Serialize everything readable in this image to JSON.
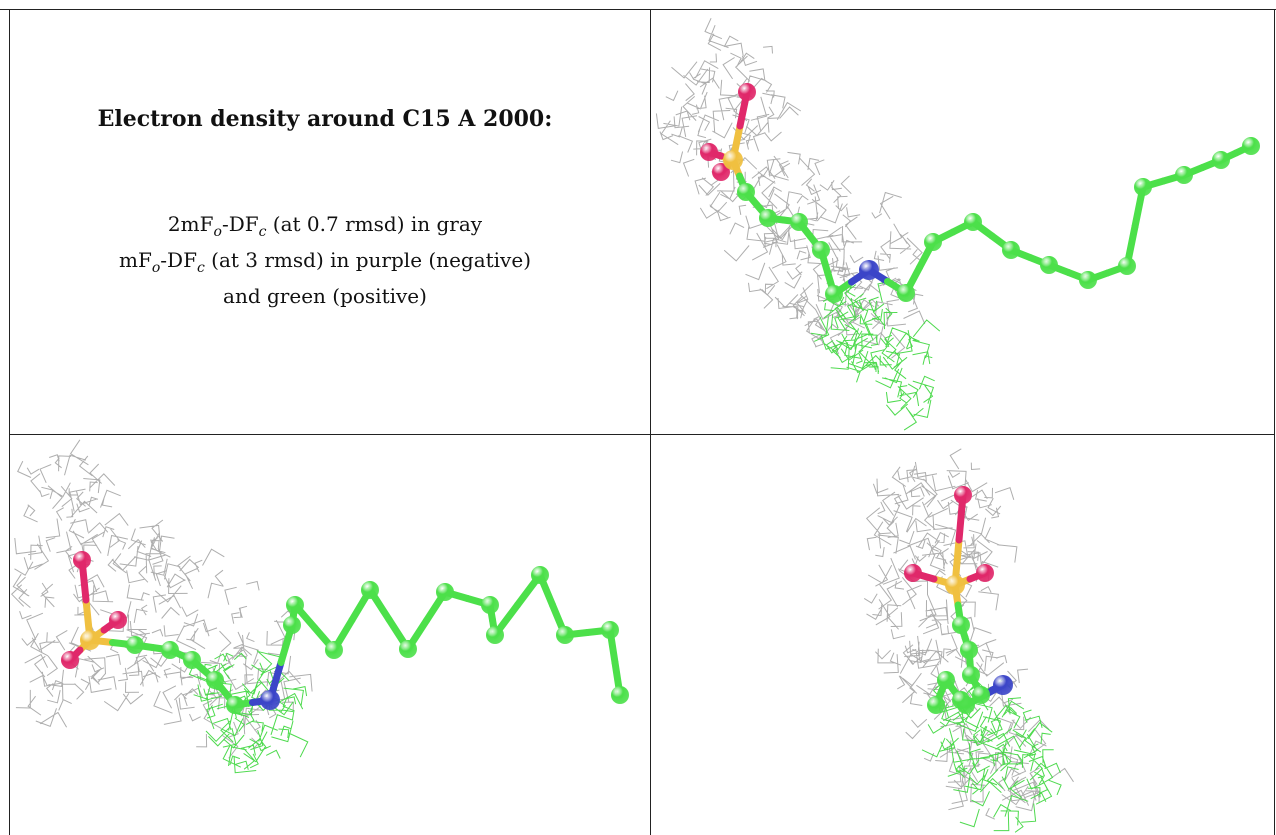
{
  "caption": {
    "title": "Electron density around C15 A 2000:",
    "line1_pre": "2mF",
    "line1_sub1": "o",
    "line1_mid": "-DF",
    "line1_sub2": "c",
    "line1_post": " (at 0.7 rmsd) in gray",
    "line2_pre": "mF",
    "line2_sub1": "o",
    "line2_mid": "-DF",
    "line2_sub2": "c",
    "line2_post": " (at 3 rmsd) in purple (negative)",
    "line3": "and green (positive)"
  },
  "colors": {
    "carbon": "#4ce04a",
    "nitrogen": "#3b45c8",
    "oxygen": "#e0286a",
    "sulfur": "#f0c040",
    "mesh_2fofc": "#aaaaaa",
    "mesh_fofc_positive": "#44d844",
    "table_lines": "#222222"
  },
  "panels": [
    {
      "name": "view-top-right",
      "note_icon": "molecule-view-icon"
    },
    {
      "name": "view-bottom-left",
      "note_icon": "molecule-view-icon"
    },
    {
      "name": "view-bottom-right",
      "note_icon": "molecule-view-icon"
    }
  ]
}
